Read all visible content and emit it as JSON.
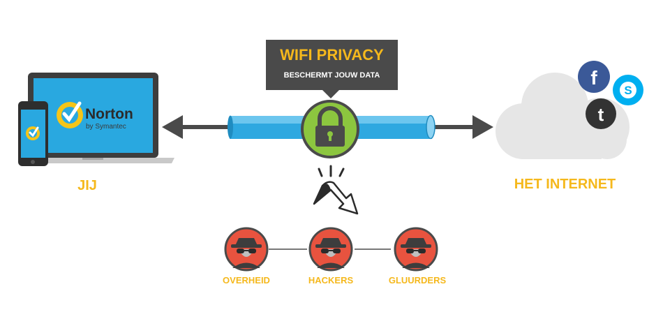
{
  "callout": {
    "title": "WIFI PRIVACY",
    "subtitle": "BESCHERMT JOUW DATA"
  },
  "you_label": "JIJ",
  "internet_label": "HET INTERNET",
  "brand": {
    "name": "Norton",
    "tagline": "by Symantec"
  },
  "threats": [
    "OVERHEID",
    "HACKERS",
    "GLUURDERS"
  ],
  "colors": {
    "accent_yellow": "#f5b81c",
    "tunnel_blue": "#2ea8e0",
    "lock_green": "#8cc63f",
    "threat_red": "#e8533f",
    "callout_dark": "#4a4a4a",
    "screen_blue": "#29a8e0",
    "cloud_grey": "#e6e6e6"
  },
  "icons": {
    "social": [
      "facebook-icon",
      "skype-icon",
      "twitter-icon"
    ],
    "lock": "padlock-icon",
    "threat": "spy-icon"
  }
}
